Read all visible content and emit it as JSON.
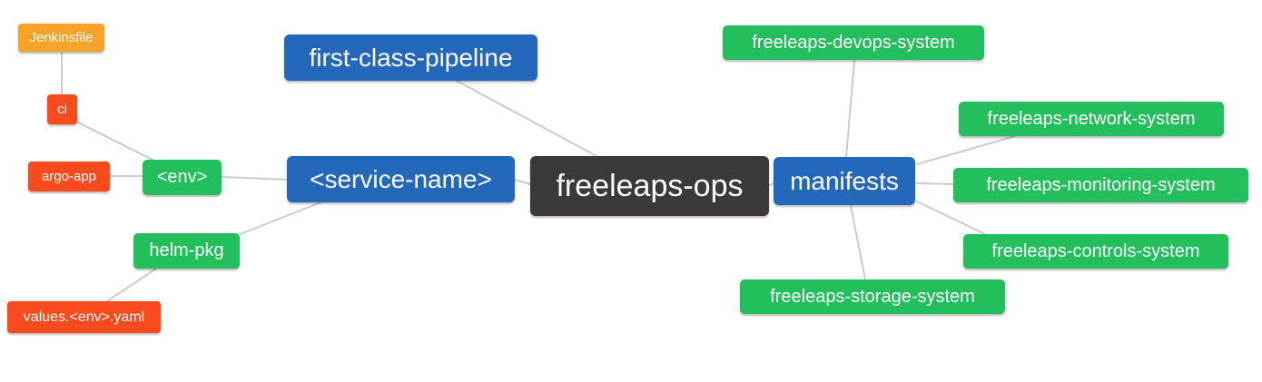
{
  "diagram": {
    "type": "mind-map",
    "root_label": "freeleaps-ops"
  },
  "palette": {
    "blue": "#2368bb",
    "green": "#22bf5c",
    "orange": "#f7a329",
    "red_orange": "#f94b1e",
    "dark": "#3d3938",
    "edge_gray": "#cccccc",
    "node_text": "#ffffff",
    "background": "#ffffff"
  },
  "nodes": {
    "root": {
      "label": "freeleaps-ops"
    },
    "first_class_pipeline": {
      "label": "first-class-pipeline"
    },
    "service_name": {
      "label": "<service-name>"
    },
    "env": {
      "label": "<env>"
    },
    "ci": {
      "label": "ci"
    },
    "jenkinsfile": {
      "label": "Jenkinsfile"
    },
    "argo_app": {
      "label": "argo-app"
    },
    "helm_pkg": {
      "label": "helm-pkg"
    },
    "values_env_yaml": {
      "label": "values.<env>.yaml"
    },
    "manifests": {
      "label": "manifests"
    },
    "devops_system": {
      "label": "freeleaps-devops-system"
    },
    "network_system": {
      "label": "freeleaps-network-system"
    },
    "monitoring_system": {
      "label": "freeleaps-monitoring-system"
    },
    "controls_system": {
      "label": "freeleaps-controls-system"
    },
    "storage_system": {
      "label": "freeleaps-storage-system"
    }
  },
  "edges": [
    {
      "from": "jenkinsfile",
      "to": "ci"
    },
    {
      "from": "ci",
      "to": "env"
    },
    {
      "from": "argo_app",
      "to": "env"
    },
    {
      "from": "env",
      "to": "service_name"
    },
    {
      "from": "helm_pkg",
      "to": "service_name"
    },
    {
      "from": "values_env_yaml",
      "to": "helm_pkg"
    },
    {
      "from": "service_name",
      "to": "root"
    },
    {
      "from": "first_class_pipeline",
      "to": "root"
    },
    {
      "from": "root",
      "to": "manifests"
    },
    {
      "from": "manifests",
      "to": "devops_system"
    },
    {
      "from": "manifests",
      "to": "network_system"
    },
    {
      "from": "manifests",
      "to": "monitoring_system"
    },
    {
      "from": "manifests",
      "to": "controls_system"
    },
    {
      "from": "manifests",
      "to": "storage_system"
    }
  ]
}
